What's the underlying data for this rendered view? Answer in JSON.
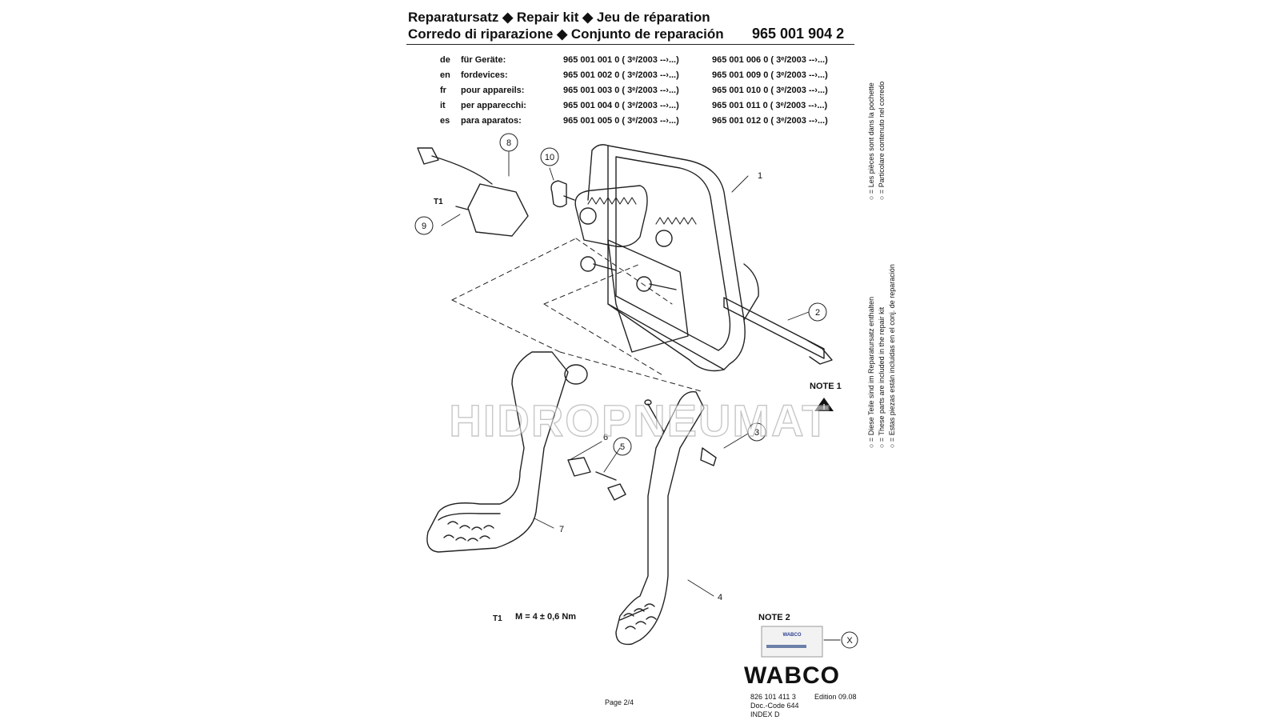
{
  "header": {
    "title_line1": "Reparatursatz ◆ Repair kit ◆ Jeu de réparation",
    "title_line2": "Corredo di riparazione ◆ Conjunto de reparación",
    "part_number": "965 001 904 2"
  },
  "devices": [
    {
      "lang": "de",
      "label": "für Geräte:",
      "code1": "965 001 001 0 ( 3ᵉ/2003 --›...)",
      "code2": "965 001 006 0 ( 3ᵉ/2003 --›...)"
    },
    {
      "lang": "en",
      "label": "fordevices:",
      "code1": "965 001 002 0 ( 3ᵉ/2003 --›...)",
      "code2": "965 001 009 0 ( 3ᵉ/2003 --›...)"
    },
    {
      "lang": "fr",
      "label": "pour appareils:",
      "code1": "965 001 003 0 ( 3ᵉ/2003 --›...)",
      "code2": "965 001 010 0 ( 3ᵉ/2003 --›...)"
    },
    {
      "lang": "it",
      "label": "per apparecchi:",
      "code1": "965 001 004 0 ( 3ᵉ/2003 --›...)",
      "code2": "965 001 011 0 ( 3ᵉ/2003 --›...)"
    },
    {
      "lang": "es",
      "label": "para aparatos:",
      "code1": "965 001 005 0 ( 3ᵉ/2003 --›...)",
      "code2": "965 001 012 0 ( 3ᵉ/2003 --›...)"
    }
  ],
  "legend_notes": {
    "not_included": [
      "○ = Les pièces sont dans la pochette",
      "○ = Particolare contenuto nel corredo"
    ],
    "included": [
      "○ = Diese Teile sind im Reparatursatz enthalten",
      "○ = These parts are included in the repair kit",
      "○ = Estas piezas están incluidas en el conj. de reparación"
    ]
  },
  "callouts": {
    "c1": "1",
    "c2": "2",
    "c3": "3",
    "c4": "4",
    "c5": "5",
    "c6": "6",
    "c7": "7",
    "c8": "8",
    "c9": "9",
    "c10": "10",
    "cX": "X"
  },
  "torque": {
    "symbol_label": "T1",
    "symbol_label_top": "T1",
    "spec": "M = 4 ± 0,6 Nm"
  },
  "notes": {
    "note1": "NOTE 1",
    "note2": "NOTE 2",
    "packet_brand": "WABCO"
  },
  "watermark": "HIDROPNEUMAT",
  "footer": {
    "page": "Page 2/4",
    "brand": "WABCO",
    "doc_number": "826 101 411 3",
    "edition": "Edition 09.08",
    "doc_code": "Doc.-Code 644",
    "index": "INDEX D"
  },
  "colors": {
    "ink": "#111111",
    "background": "#ffffff",
    "watermark": "#c8c8c8"
  }
}
